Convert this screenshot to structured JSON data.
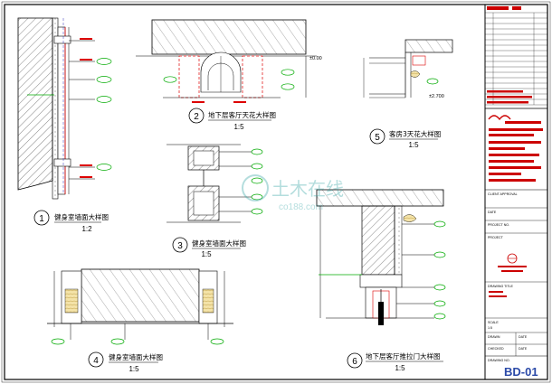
{
  "details": [
    {
      "number": "1",
      "title": "健身室墙面大样图",
      "scale": "1:2"
    },
    {
      "number": "2",
      "title": "地下层客厅天花大样图",
      "scale": "1:5"
    },
    {
      "number": "3",
      "title": "健身室墙面大样图",
      "scale": "1:5"
    },
    {
      "number": "4",
      "title": "健身室墙面大样图",
      "scale": "1:5"
    },
    {
      "number": "5",
      "title": "客房3天花大样图",
      "scale": "1:5"
    },
    {
      "number": "6",
      "title": "地下层客厅推拉门大样图",
      "scale": "1:5"
    }
  ],
  "dimension_text": [
    "±0.00",
    "±2.700"
  ],
  "watermark": {
    "text": "土木在线",
    "sub": "co188.com"
  },
  "title_block": {
    "client_approval": "CLIENT APPROVAL",
    "date": "DATE",
    "project_no_label": "PROJECT NO.",
    "project_label": "PROJECT",
    "drawing_title_label": "DRAWING TITLE",
    "scale_label": "SCALE",
    "scale_value": "1:5",
    "drawn_label": "DRAWN",
    "date_label": "DATE",
    "checked_label": "CHECKED",
    "drawing_no_label": "DRAWING NO.",
    "drawing_no": "BD-01"
  }
}
